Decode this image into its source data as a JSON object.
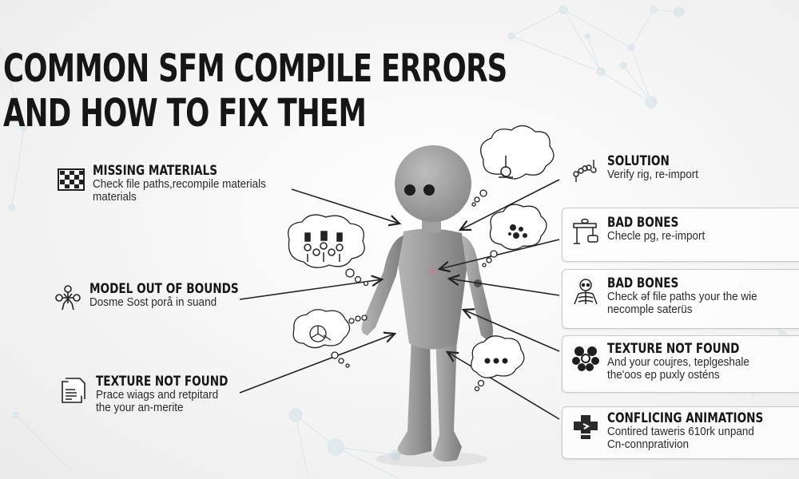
{
  "title": {
    "line1": "COMMON SFM COMPILE ERRORS",
    "line2": "AND HOW TO FIX THEM"
  },
  "left_items": [
    {
      "icon": "checkerboard-icon",
      "heading": "MISSING MATERIALS",
      "desc_line1": "Check file paths,recompile materials",
      "desc_line2": "materials"
    },
    {
      "icon": "molecule-figure-icon",
      "heading": "MODEL OUT OF BOUNDS",
      "desc_line1": "Dosme Sost porå in suand",
      "desc_line2": ""
    },
    {
      "icon": "document-icon",
      "heading": "TEXTURE NOT FOUND",
      "desc_line1": "Prace wiags and retpitard",
      "desc_line2": "the your an-merite"
    }
  ],
  "right_items": [
    {
      "icon": "bone-chain-icon",
      "heading": "SOLUTION",
      "desc_line1": "Verify rig, re-import",
      "desc_line2": "",
      "boxed": false
    },
    {
      "icon": "rig-hierarchy-icon",
      "heading": "BAD BONES",
      "desc_line1": "Checle pg, re-import",
      "desc_line2": "",
      "boxed": true
    },
    {
      "icon": "skeleton-icon",
      "heading": "BAD BONES",
      "desc_line1": "Check əf file paths your the wie",
      "desc_line2": "necomple saterüs",
      "boxed": true
    },
    {
      "icon": "flower-nodes-icon",
      "heading": "TEXTURE NOT FOUND",
      "desc_line1": "And your coujres, teplgeshale",
      "desc_line2": "the'oos ep puxly osténs",
      "boxed": true
    },
    {
      "icon": "broken-cross-icon",
      "heading": "CONFLICING ANIMATIONS",
      "desc_line1": "Contired taweris 610rk unpand",
      "desc_line2": "Cn-connprativion",
      "boxed": true
    }
  ],
  "thought_bubbles": [
    {
      "name": "joystick-bubble",
      "content": "joystick-icon"
    },
    {
      "name": "bone-rig-bubble",
      "content": "bone-rig-icon"
    },
    {
      "name": "splat-bubble",
      "content": "splat-icon"
    },
    {
      "name": "wireframe-bubble",
      "content": "wireframe-icon"
    },
    {
      "name": "ellipsis-bubble",
      "content": "•••"
    }
  ],
  "colors": {
    "background": "#f2f2f2",
    "text": "#161616",
    "figure": "#9a9a9a",
    "network": "#cfdde3"
  }
}
